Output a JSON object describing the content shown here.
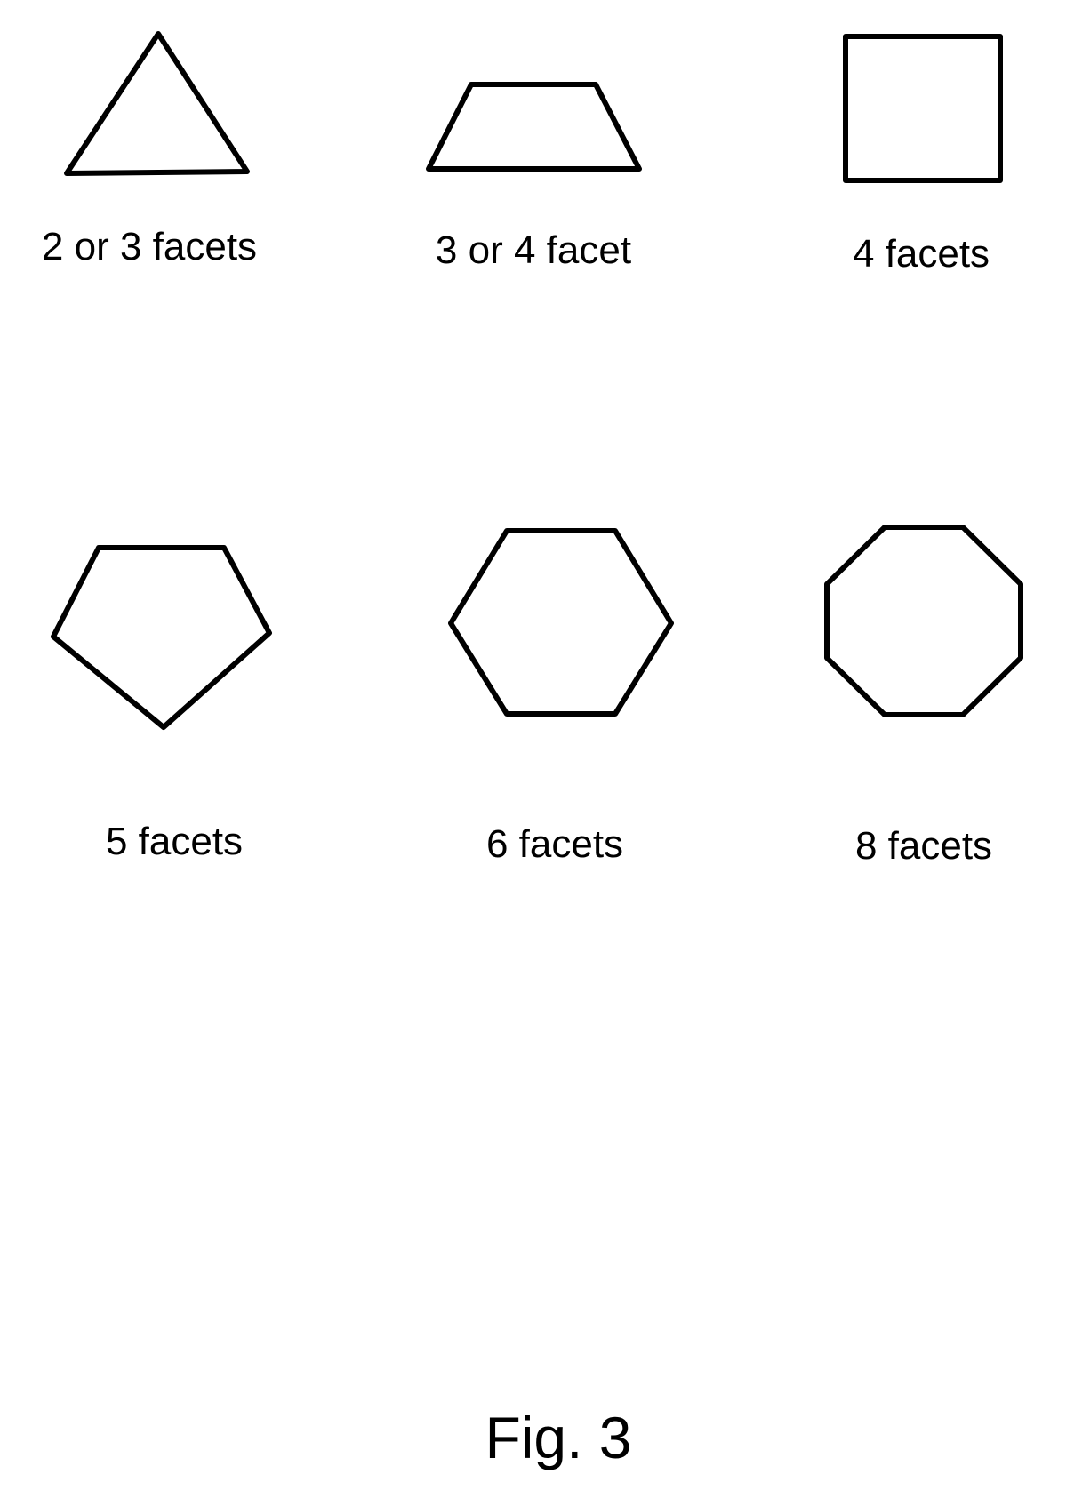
{
  "shapes": [
    {
      "id": "triangle",
      "label": "2 or 3 facets"
    },
    {
      "id": "trapezoid",
      "label": "3 or 4 facet"
    },
    {
      "id": "square",
      "label": "4 facets"
    },
    {
      "id": "pentagon",
      "label": "5 facets"
    },
    {
      "id": "hexagon",
      "label": "6 facets"
    },
    {
      "id": "octagon",
      "label": "8 facets"
    }
  ],
  "caption": "Fig. 3",
  "colors": {
    "stroke": "#000000",
    "background": "#ffffff"
  }
}
